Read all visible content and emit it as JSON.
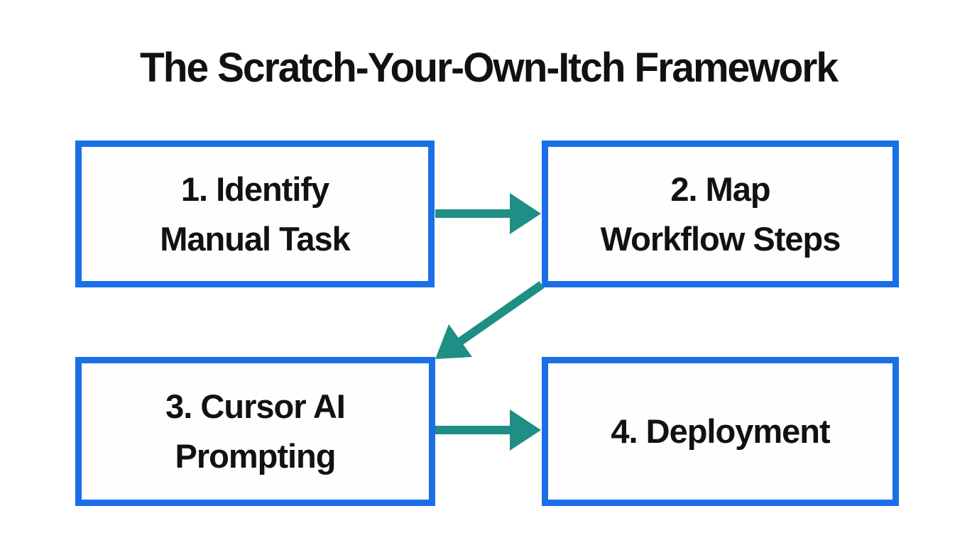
{
  "title": "The Scratch-Your-Own-Itch Framework",
  "colors": {
    "background": "#ffffff",
    "box_border": "#1a6fe8",
    "arrow": "#1f8e84",
    "text": "#111111"
  },
  "boxes": [
    {
      "id": 1,
      "label": "1. Identify Manual Task",
      "lines": [
        "1. Identify",
        "Manual Task"
      ]
    },
    {
      "id": 2,
      "label": "2. Map Workflow Steps",
      "lines": [
        "2. Map",
        "Workflow Steps"
      ]
    },
    {
      "id": 3,
      "label": "3. Cursor AI Prompting",
      "lines": [
        "3. Cursor AI",
        "Prompting"
      ]
    },
    {
      "id": 4,
      "label": "4. Deployment",
      "lines": [
        "4. Deployment"
      ]
    }
  ],
  "arrows": [
    {
      "from": "1. Identify Manual Task",
      "to": "2. Map Workflow Steps",
      "direction": "right"
    },
    {
      "from": "2. Map Workflow Steps",
      "to": "3. Cursor AI Prompting",
      "direction": "down-left"
    },
    {
      "from": "3. Cursor AI Prompting",
      "to": "4. Deployment",
      "direction": "right"
    }
  ]
}
